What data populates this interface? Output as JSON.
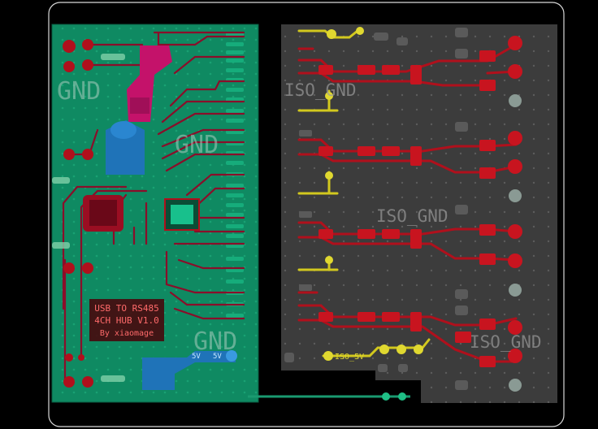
{
  "left_board": {
    "gnd_labels": [
      "GND",
      "GND",
      "GND"
    ],
    "silkscreen_lines": [
      "USB TO RS485",
      "4CH HUB V1.0",
      "By xiaomage"
    ],
    "power_labels": [
      "5V",
      "5V"
    ]
  },
  "right_board": {
    "iso_gnd_labels": [
      "ISO_GND",
      "ISO_GND",
      "ISO_GND"
    ],
    "iso_5v_label": "ISO_5V"
  },
  "colors": {
    "background": "#000000",
    "outline": "#d9d9d9",
    "copper_green": "#0f8a62",
    "copper_gray": "#3c3c3c",
    "trace_red": "#b0101c",
    "trace_magenta": "#c4126a",
    "trace_yellow": "#d2c81e",
    "trace_blue": "#1f73b8",
    "pad_light": "#9aa7a2"
  }
}
